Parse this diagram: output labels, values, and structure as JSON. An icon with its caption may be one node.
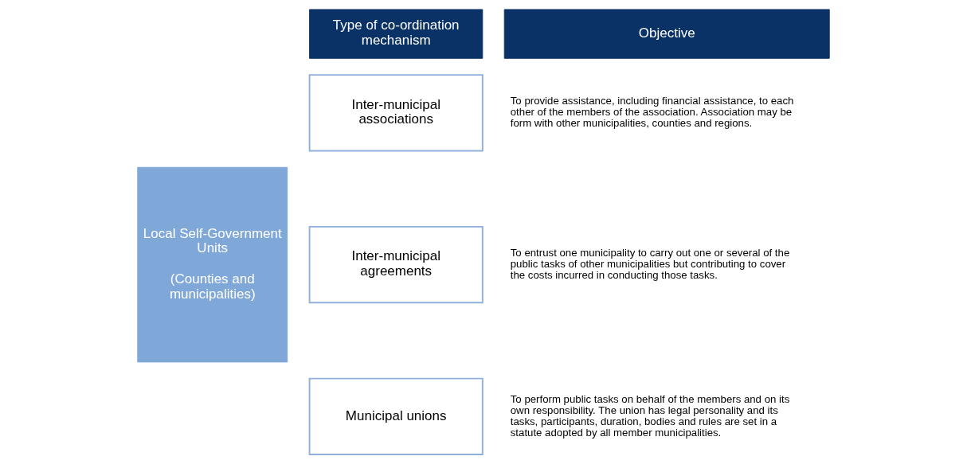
{
  "diagram": {
    "nodes": [
      {
        "text": [
          "Type of co-ordination mechanism"
        ]
      },
      {
        "text": [
          "Objective"
        ]
      },
      {
        "text": [
          "Local Self-Government Units",
          "(Counties and municipalities)"
        ]
      },
      {
        "text": [
          "Inter-municipal associations"
        ],
        "beside": [
          "To provide assistance, including financial assistance, to each other of the members of the association. Association may be form with other municipalities, counties and regions."
        ]
      },
      {
        "text": [
          "Inter-municipal agreements"
        ],
        "beside": [
          "To entrust one municipality to carry out one or several of the public tasks of other municipalities but contributing to cover the costs incurred in conducting those tasks."
        ]
      },
      {
        "text": [
          "Municipal unions"
        ],
        "beside": [
          "To perform public tasks on behalf of the members and on its own responsibility. The union has legal personality and its tasks, participants, duration, bodies and rules are set in a statute adopted by all member municipalities."
        ]
      }
    ],
    "edges": []
  }
}
